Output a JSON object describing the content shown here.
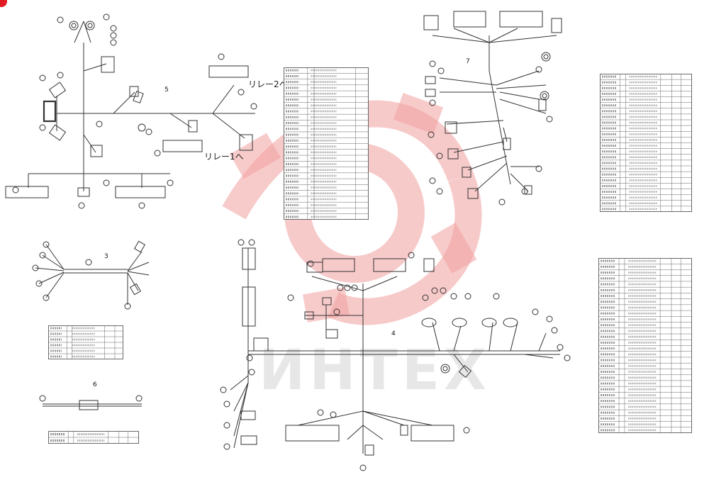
{
  "watermark": {
    "text": "ИНТЕХ",
    "color": "#f08080"
  },
  "labels": {
    "relay_2": "リレー2へ",
    "relay_1": "リレー1へ"
  },
  "callouts": {
    "n3": "3",
    "n4": "4",
    "n5": "5",
    "n6": "6",
    "n7": "7"
  },
  "tables": {
    "center": {
      "rows": 26,
      "cols": 4
    },
    "right_top": {
      "rows": 24,
      "cols": 6
    },
    "right_bottom": {
      "rows": 30,
      "cols": 6
    },
    "left_mid": {
      "rows": 6,
      "cols": 5
    },
    "left_bottom": {
      "rows": 2,
      "cols": 6
    }
  }
}
